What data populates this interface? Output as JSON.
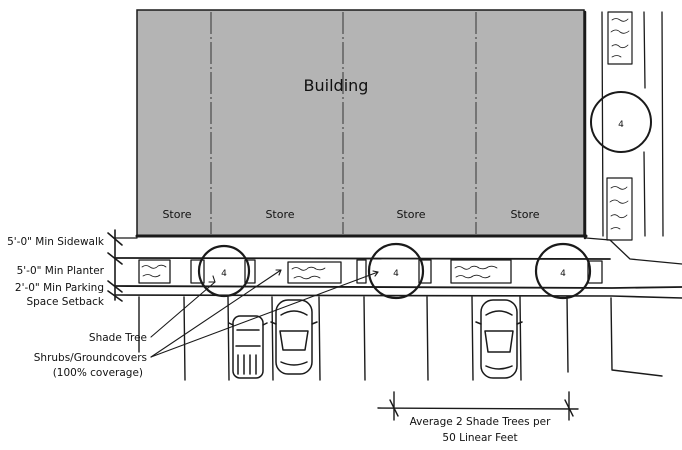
{
  "building": {
    "title": "Building",
    "fill": "#b4b4b4"
  },
  "stores": [
    "Store",
    "Store",
    "Store",
    "Store"
  ],
  "dimensions": {
    "sidewalk": "5'-0\" Min Sidewalk",
    "planter": "5'-0\" Min Planter",
    "parking_setback_line1": "2'-0\" Min Parking",
    "parking_setback_line2": "Space Setback"
  },
  "callouts": {
    "shade_tree": "Shade Tree",
    "shrubs_line1": "Shrubs/Groundcovers",
    "shrubs_line2": "(100% coverage)"
  },
  "spacing": {
    "line1": "Average 2 Shade Trees per",
    "line2": "50 Linear Feet"
  },
  "colors": {
    "ink": "#1a1a1a",
    "building": "#b4b4b4",
    "paper": "#ffffff"
  }
}
